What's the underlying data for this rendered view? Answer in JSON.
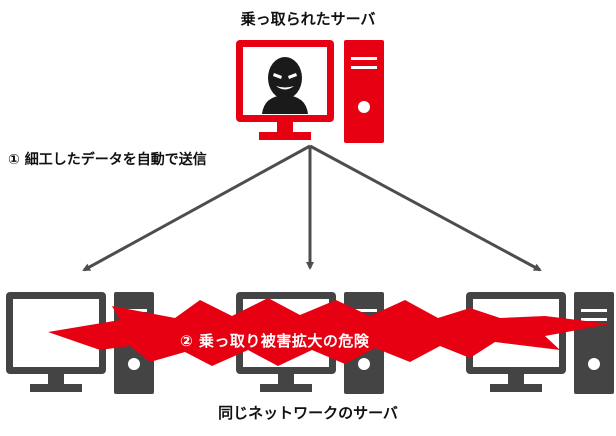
{
  "diagram": {
    "hijacked_server_title": "乗っ取られたサーバ",
    "send_label": "① 細工したデータを自動で送信",
    "danger_label": "② 乗っ取り被害拡大の危険",
    "network_servers_label": "同じネットワークのサーバ"
  },
  "colors": {
    "hijacked": "#e60012",
    "normal_server": "#444444",
    "arrow": "#4d4d4d",
    "burst": "#e60012"
  },
  "icons": {
    "hijacked_server": "computer-with-masked-hacker-icon",
    "network_server": "desktop-computer-icon"
  }
}
